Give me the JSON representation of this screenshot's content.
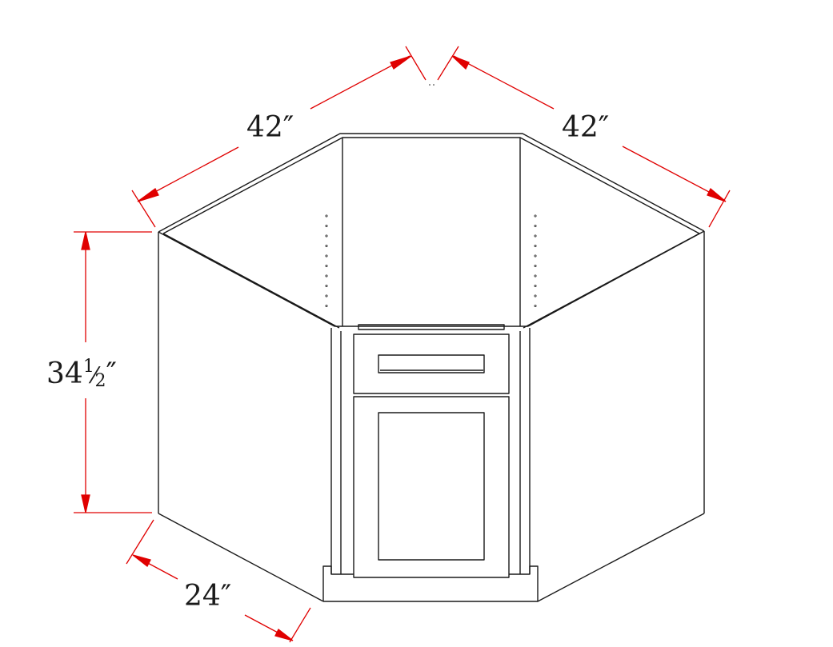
{
  "diagram": {
    "dimensions": {
      "top_left_width": "42″",
      "top_right_width": "42″",
      "height_whole": "34",
      "height_num": "1",
      "height_den": "2",
      "height_mark": "″",
      "depth": "24″"
    },
    "colors": {
      "outline": "#1a1a1a",
      "dimension_line": "#e00000",
      "background": "#ffffff"
    }
  }
}
